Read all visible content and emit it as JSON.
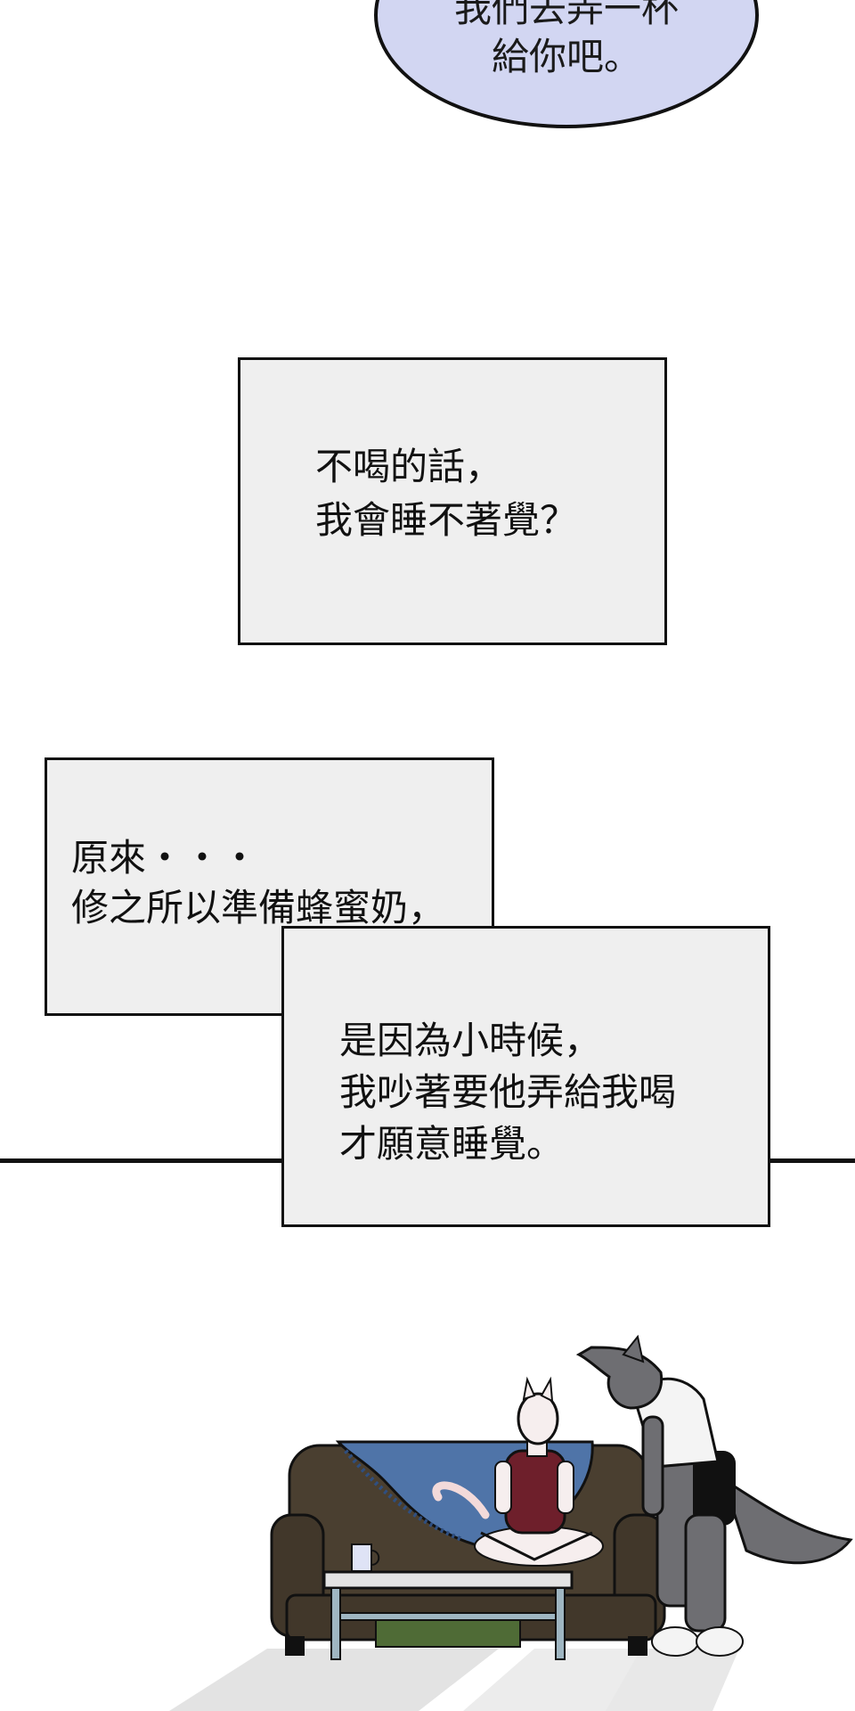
{
  "speech_bubble": {
    "lines": [
      "我們去弄一杯",
      "給你吧。"
    ]
  },
  "caption_1": {
    "lines": [
      "不喝的話，",
      "我會睡不著覺？"
    ]
  },
  "caption_2": {
    "lines": [
      "原來・・・",
      "修之所以準備蜂蜜奶，"
    ]
  },
  "caption_3": {
    "lines": [
      "是因為小時候，",
      "我吵著要他弄給我喝",
      "才願意睡覺。"
    ]
  },
  "colors": {
    "bubble_fill": "#d2d6f2",
    "caption_fill": "#efefef",
    "sofa": "#4a3f30",
    "blanket": "#4f74a8",
    "shirt": "#6e1f2b",
    "wolf_fur": "#6e6e72"
  }
}
